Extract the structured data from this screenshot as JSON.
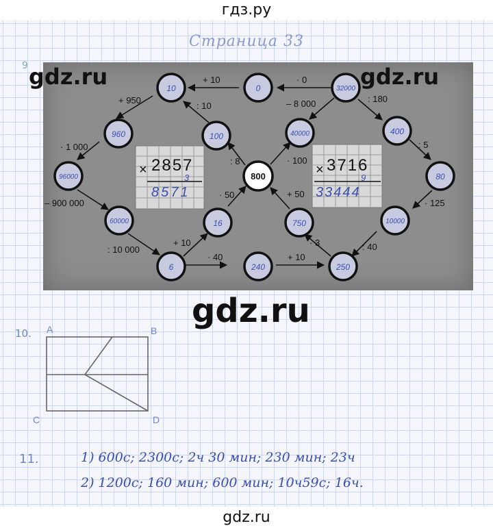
{
  "header": {
    "site": "гдз.ру"
  },
  "footer": {
    "site": "gdz.ru"
  },
  "watermarks": [
    "gdz.ru",
    "gdz.ru",
    "gdz.ru"
  ],
  "page_title": "Страница 33",
  "exercise9": {
    "number": "9",
    "nodes": {
      "n10": "10",
      "n0": "0",
      "n32000": "32000",
      "n960": "960",
      "n100": "100",
      "n40000": "40000",
      "n400": "400",
      "n96000": "96000",
      "n800": "800",
      "n80": "80",
      "n60000": "60000",
      "n16": "16",
      "n750": "750",
      "n10000": "10000",
      "n6": "6",
      "n240": "240",
      "n250": "250"
    },
    "ops": {
      "plus10_top": "+ 10",
      "times0": "· 0",
      "plus950": "+ 950",
      "div10": ": 10",
      "minus8000": "– 8 000",
      "div180": ": 180",
      "times1000": "· 1 000",
      "div8": ": 8",
      "times100": "· 100",
      "div5": ": 5",
      "minus900000": "– 900 000",
      "times50": "· 50",
      "plus50": "+ 50",
      "times125": "· 125",
      "div10000": ": 10 000",
      "plus10_mid": "+ 10",
      "times3": "· 3",
      "div40": ": 40",
      "times40": "· 40",
      "plus10_bottom": "+ 10"
    },
    "calc_left": {
      "sign": "×",
      "top": "2857",
      "mult": "3",
      "result": "8571"
    },
    "calc_right": {
      "sign": "×",
      "top": "3716",
      "mult": "9",
      "result": "33444"
    }
  },
  "exercise10": {
    "number": "10.",
    "A": "A",
    "B": "B",
    "C": "C",
    "D": "D"
  },
  "exercise11": {
    "number": "11.",
    "line1": "1) 600с; 2300с; 2ч 30 мин; 230 мин; 23ч",
    "line2": "2) 1200с; 160 мин; 600 мин; 10ч59с; 16ч."
  }
}
